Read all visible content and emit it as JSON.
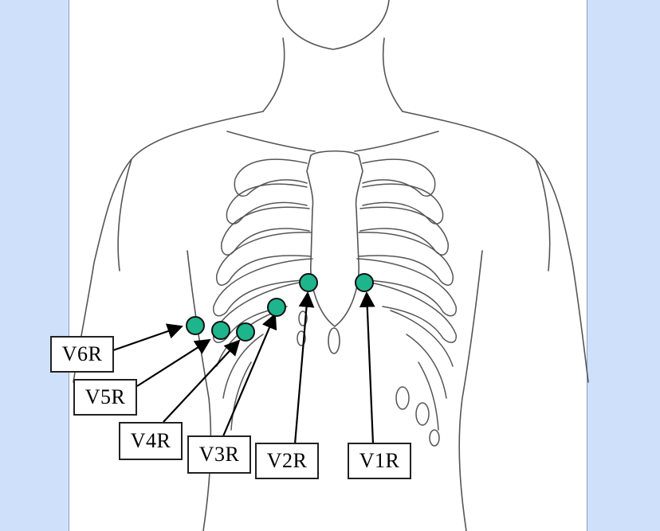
{
  "colors": {
    "background": "#cfe0fb",
    "panel": "#ffffff",
    "electrode_fill": "#1fb58c",
    "outline": "#555555",
    "arrow": "#000000"
  },
  "leads": [
    {
      "id": "v6r",
      "label": "V6R"
    },
    {
      "id": "v5r",
      "label": "V5R"
    },
    {
      "id": "v4r",
      "label": "V4R"
    },
    {
      "id": "v3r",
      "label": "V3R"
    },
    {
      "id": "v2r",
      "label": "V2R"
    },
    {
      "id": "v1r",
      "label": "V1R"
    }
  ]
}
